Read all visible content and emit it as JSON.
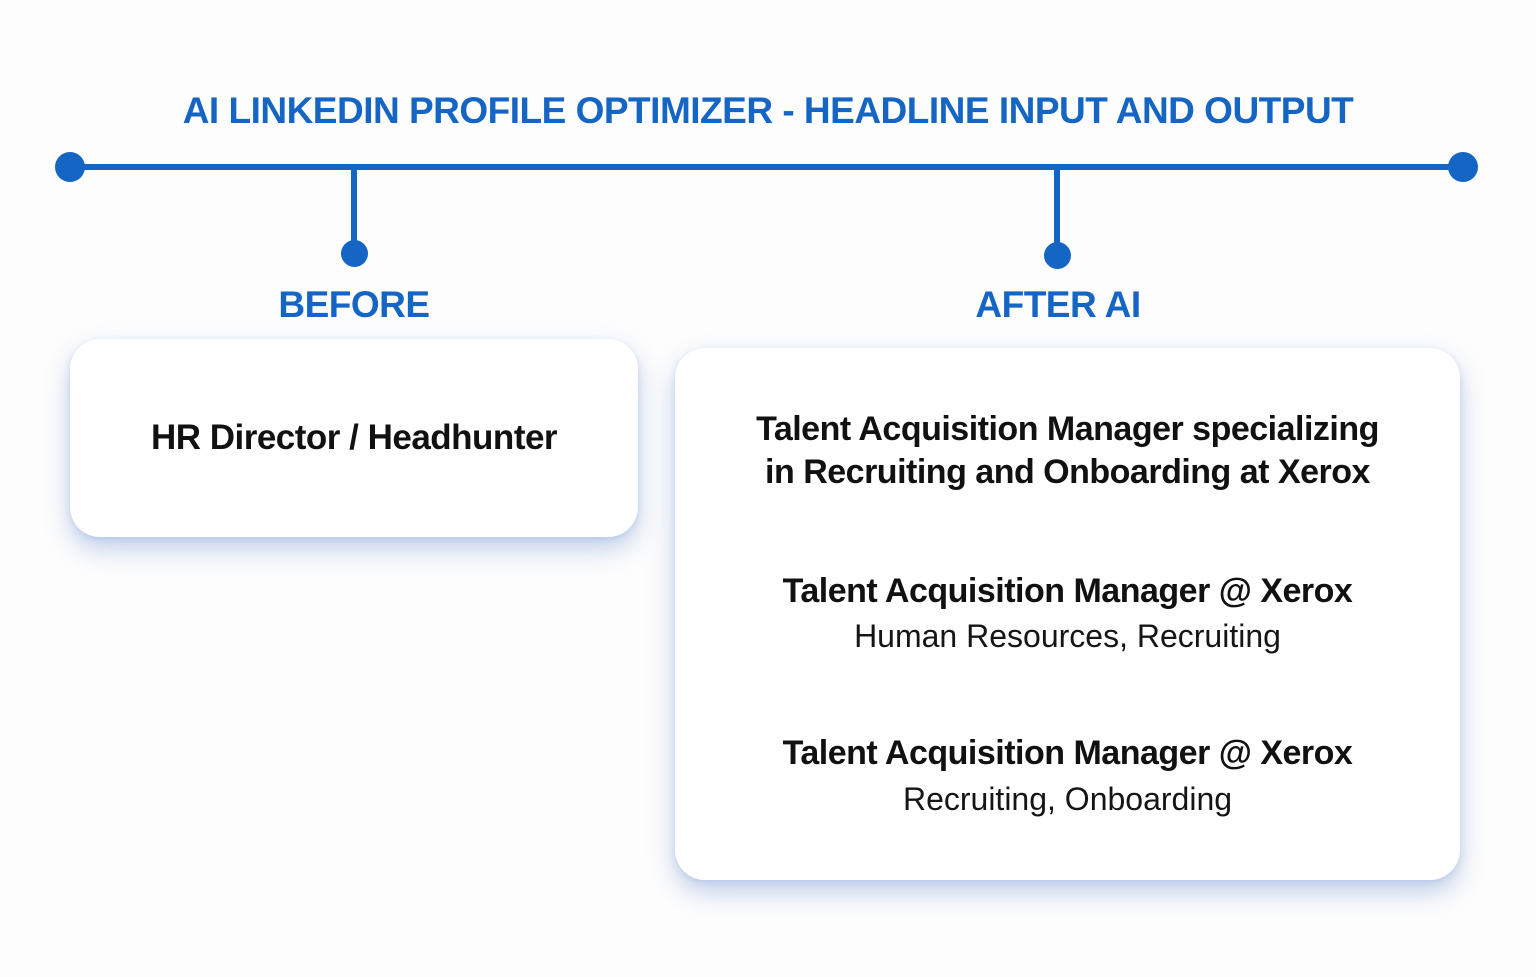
{
  "title": "AI LINKEDIN PROFILE OPTIMIZER - HEADLINE INPUT AND OUTPUT",
  "colors": {
    "accent_blue": "#1565C4",
    "text_black": "#111111",
    "card_background": "#ffffff",
    "page_background": "#fdfdfd",
    "card_shadow_blue": "rgba(118,152,210,0.45)"
  },
  "timeline": {
    "left_dot": "timeline-endpoint",
    "right_dot": "timeline-endpoint"
  },
  "branches": {
    "before": {
      "label": "BEFORE",
      "card": {
        "headline": "HR Director / Headhunter"
      }
    },
    "after": {
      "label": "AFTER AI",
      "card": {
        "suggestions": [
          {
            "headline": "Talent Acquisition Manager specializing\nin Recruiting and Onboarding at Xerox",
            "subline": ""
          },
          {
            "headline": "Talent Acquisition Manager @ Xerox",
            "subline": "Human Resources, Recruiting"
          },
          {
            "headline": "Talent Acquisition Manager @ Xerox",
            "subline": "Recruiting, Onboarding"
          }
        ]
      }
    }
  }
}
